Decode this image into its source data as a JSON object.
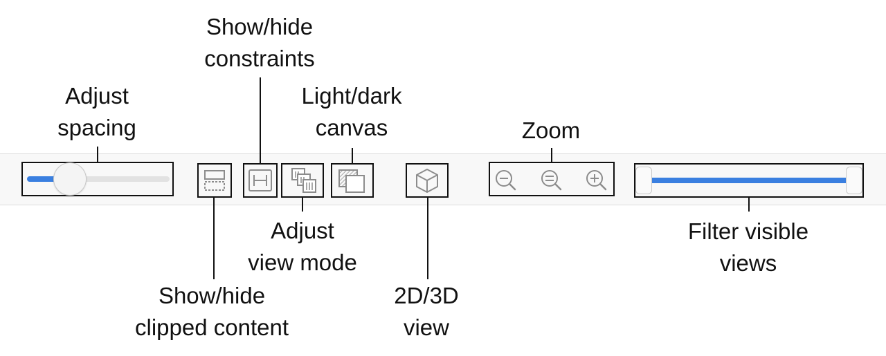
{
  "labels": {
    "adjust_spacing": [
      "Adjust",
      "spacing"
    ],
    "show_hide_constraints": [
      "Show/hide",
      "constraints"
    ],
    "light_dark_canvas": [
      "Light/dark",
      "canvas"
    ],
    "zoom": [
      "Zoom"
    ],
    "show_hide_clipped_content": [
      "Show/hide",
      "clipped content"
    ],
    "adjust_view_mode": [
      "Adjust",
      "view mode"
    ],
    "view_2d_3d": [
      "2D/3D",
      "view"
    ],
    "filter_visible_views": [
      "Filter visible",
      "views"
    ]
  },
  "controls": {
    "spacing_slider": {
      "value": 0.3
    },
    "filter_range": {
      "low": 0.0,
      "high": 1.0
    }
  },
  "icons": {
    "clipped_content": "clipped-content-icon",
    "constraints": "constraints-icon",
    "view_mode": "view-mode-icon",
    "canvas": "light-dark-canvas-icon",
    "view_3d": "cube-icon",
    "zoom_out": "zoom-out-icon",
    "zoom_fit": "zoom-fit-icon",
    "zoom_in": "zoom-in-icon"
  },
  "colors": {
    "accent": "#3a7fe0",
    "toolbar_bg": "#f8f8f8",
    "icon_stroke": "#8c8c8c",
    "callout": "#111111"
  }
}
